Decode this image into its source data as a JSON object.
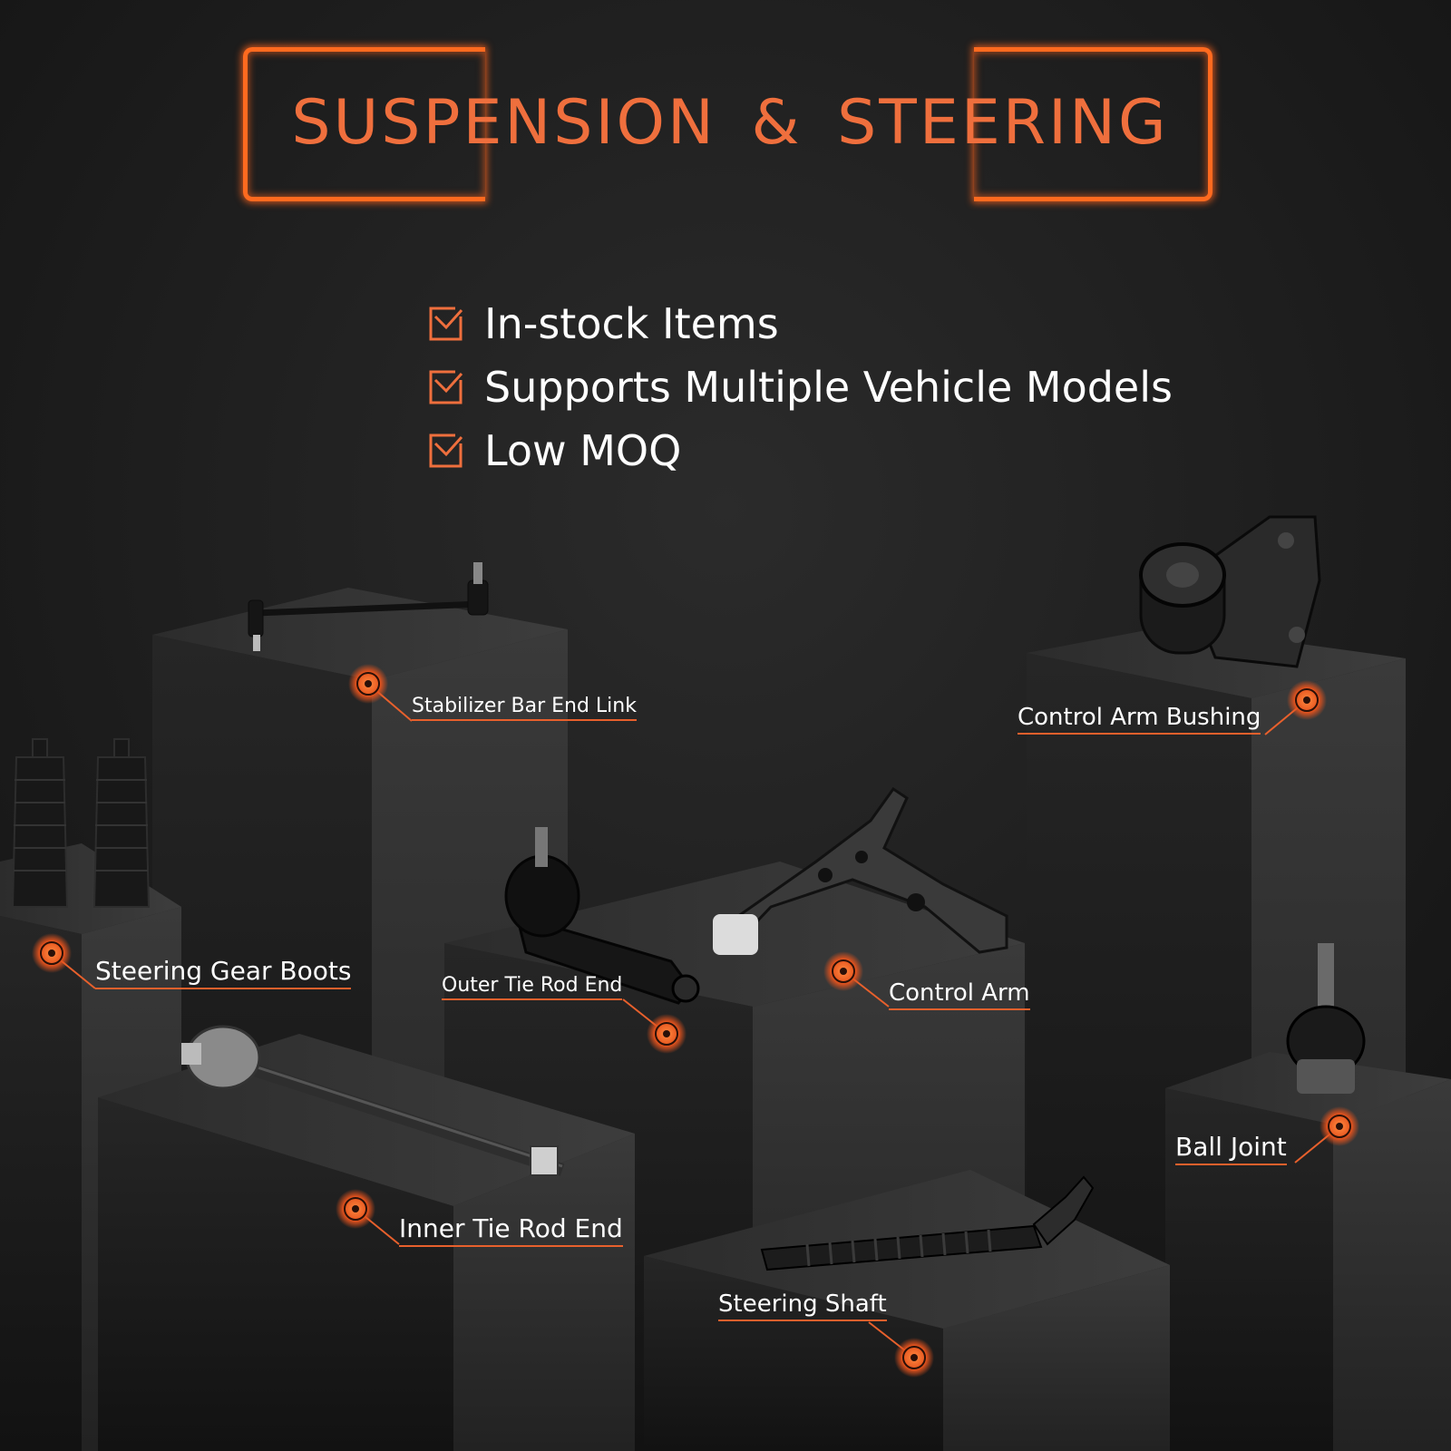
{
  "title": "SUSPENSION & STEERING",
  "features": [
    {
      "text": "In-stock Items",
      "icon": "checkbox-icon"
    },
    {
      "text": "Supports Multiple Vehicle Models",
      "icon": "checkbox-icon"
    },
    {
      "text": "Low MOQ",
      "icon": "checkbox-icon"
    }
  ],
  "parts": {
    "stabilizer_bar_end_link": "Stabilizer Bar End Link",
    "control_arm_bushing": "Control Arm Bushing",
    "steering_gear_boots": "Steering Gear Boots",
    "outer_tie_rod_end": "Outer Tie Rod End",
    "control_arm": "Control Arm",
    "inner_tie_rod_end": "Inner Tie Rod End",
    "ball_joint": "Ball Joint",
    "steering_shaft": "Steering Shaft"
  },
  "colors": {
    "accent": "#ef6f3d",
    "glow": "#ff6a1f",
    "background": "#1e1e1e",
    "text": "#ffffff"
  }
}
